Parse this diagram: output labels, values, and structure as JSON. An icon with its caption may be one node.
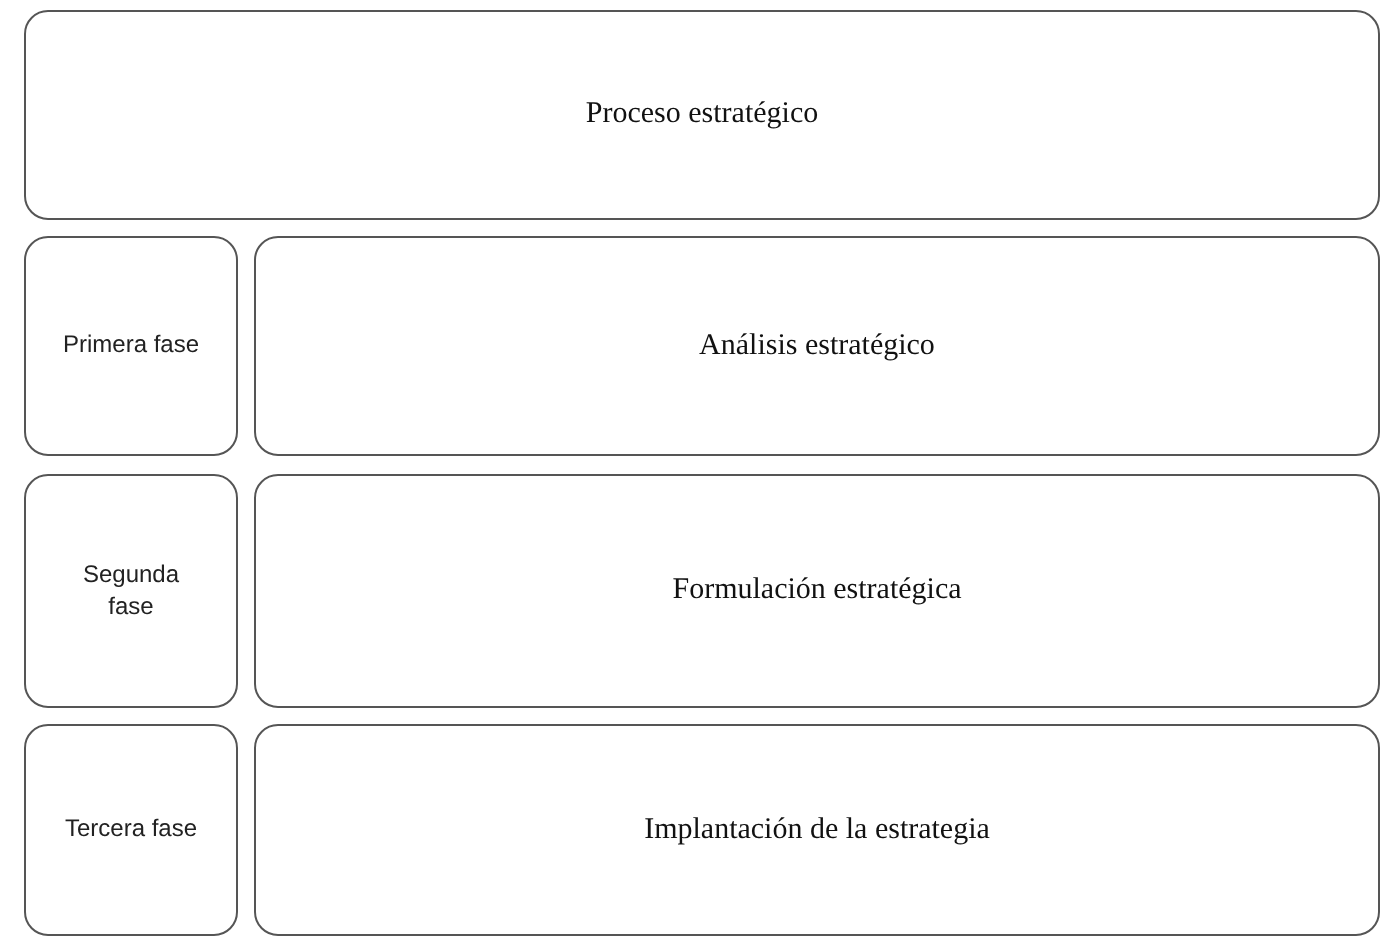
{
  "diagram": {
    "nodes": [
      {
        "text": [
          "Proceso estratégico"
        ]
      },
      {
        "text": [
          "Primera fase"
        ]
      },
      {
        "text": [
          "Análisis estratégico"
        ]
      },
      {
        "text": [
          "Segunda fase"
        ]
      },
      {
        "text": [
          "Formulación estratégica"
        ]
      },
      {
        "text": [
          "Tercera fase"
        ]
      },
      {
        "text": [
          "Implantación de la estrategia"
        ]
      }
    ]
  }
}
